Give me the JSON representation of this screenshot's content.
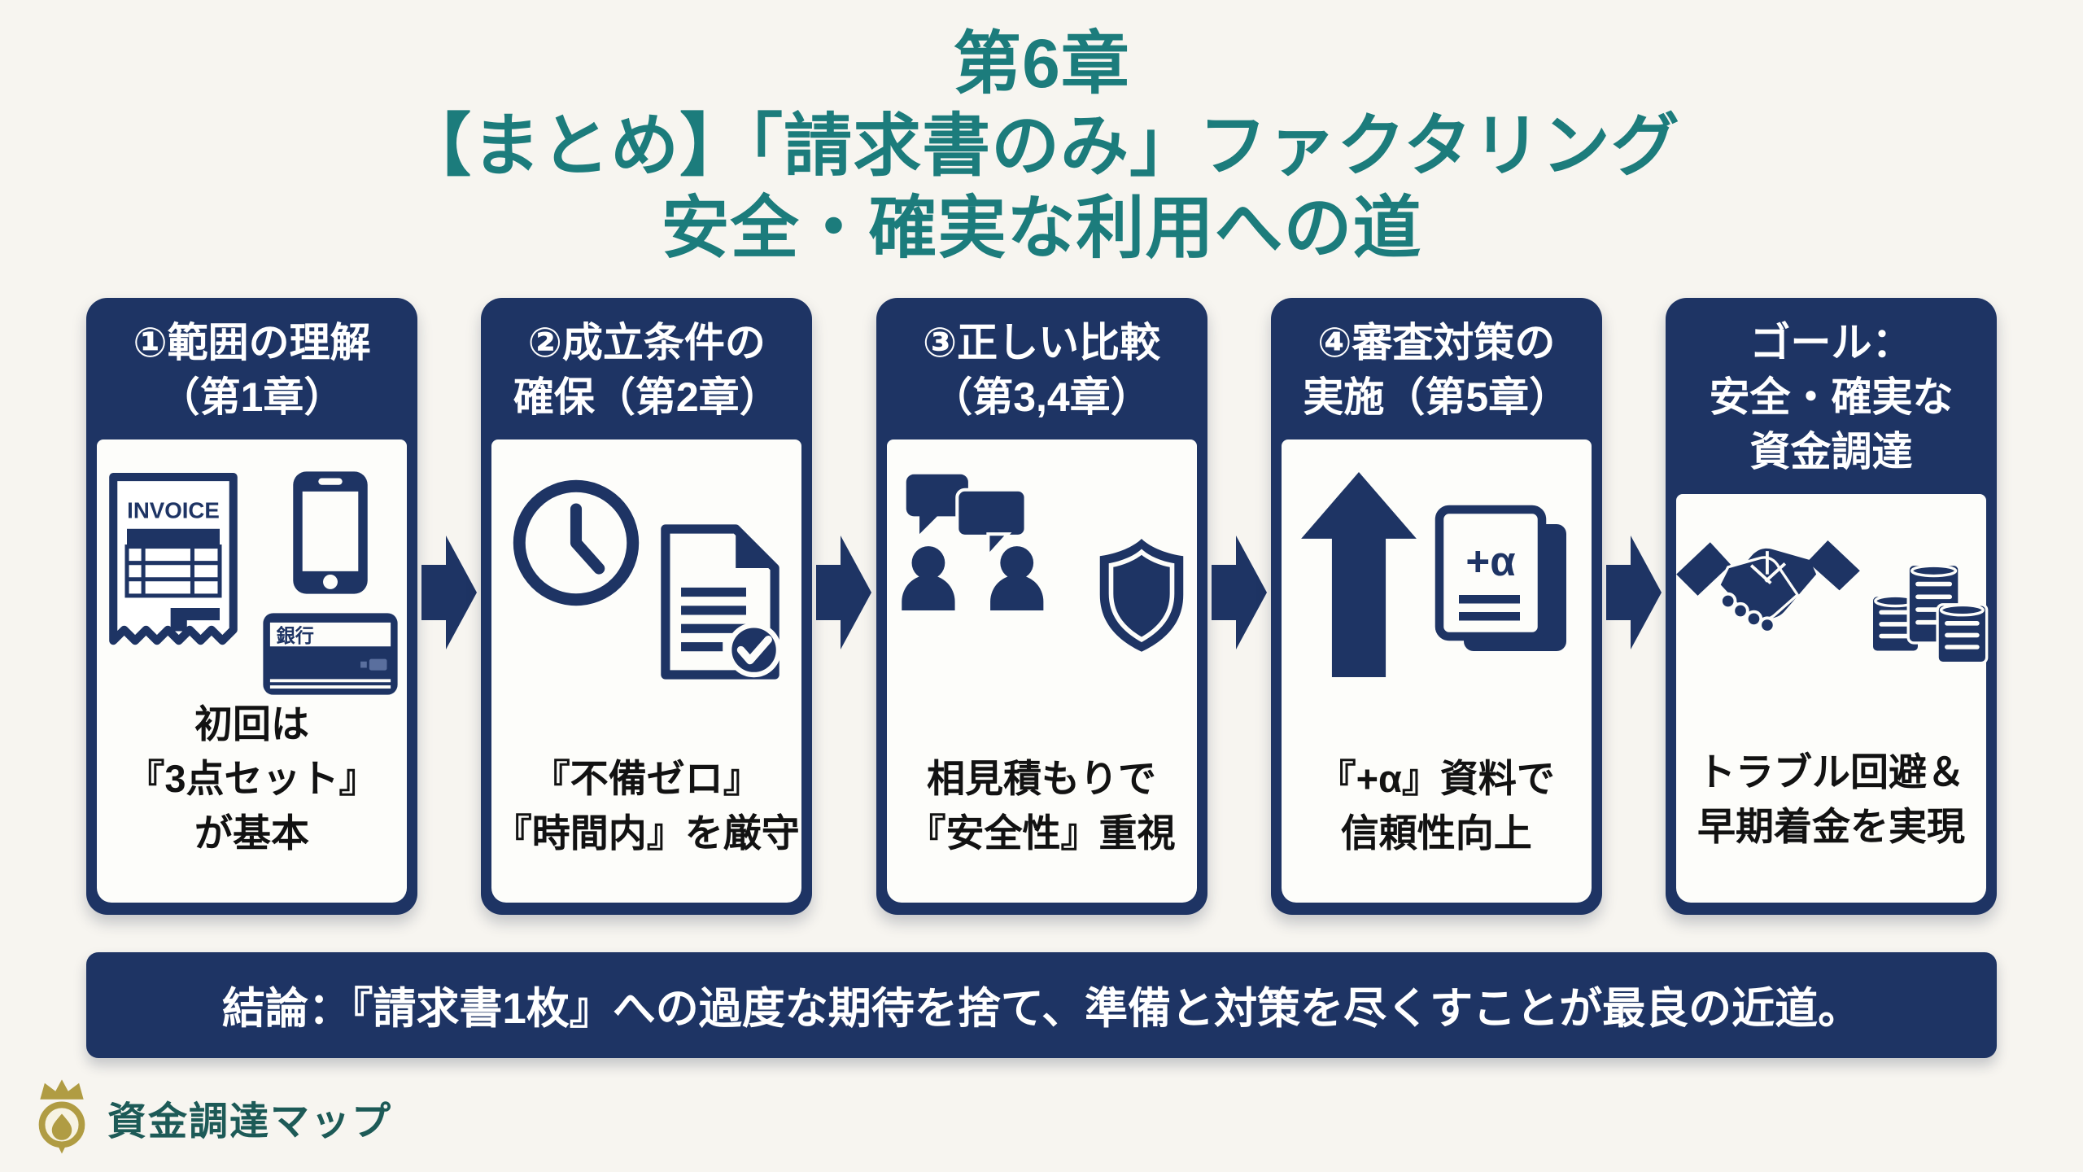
{
  "title": {
    "lines": [
      "第6章",
      "【まとめ】「請求書のみ」ファクタリング",
      "安全・確実な利用への道"
    ]
  },
  "steps": [
    {
      "header_lines": [
        "①範囲の理解",
        "（第1章）"
      ],
      "body_lines": [
        "初回は",
        "『3点セット』",
        "が基本"
      ],
      "icons": [
        "invoice-document-icon",
        "smartphone-icon",
        "bank-card-icon"
      ],
      "labels": {
        "invoice": "INVOICE",
        "bank": "銀行"
      }
    },
    {
      "header_lines": [
        "②成立条件の",
        "確保（第2章）"
      ],
      "body_lines": [
        "『不備ゼロ』",
        "『時間内』を厳守"
      ],
      "icons": [
        "clock-icon",
        "document-check-icon"
      ]
    },
    {
      "header_lines": [
        "③正しい比較",
        "（第3,4章）"
      ],
      "body_lines": [
        "相見積もりで",
        "『安全性』重視"
      ],
      "icons": [
        "people-discussion-icon",
        "shield-icon"
      ]
    },
    {
      "header_lines": [
        "④審査対策の",
        "実施（第5章）"
      ],
      "body_lines": [
        "『+α』資料で",
        "信頼性向上"
      ],
      "icons": [
        "up-arrow-icon",
        "plus-alpha-documents-icon"
      ],
      "labels": {
        "doc": "+α"
      }
    },
    {
      "header_lines": [
        "ゴール：",
        "安全・確実な",
        "資金調達"
      ],
      "body_lines": [
        "トラブル回避＆",
        "早期着金を実現"
      ],
      "icons": [
        "handshake-icon",
        "coin-stacks-icon"
      ]
    }
  ],
  "flow": {
    "arrow_icon": "right-arrow-icon"
  },
  "conclusion": {
    "text": "結論：『請求書1枚』への過度な期待を捨て、準備と対策を尽くすことが最良の近道。"
  },
  "footer": {
    "brand": "資金調達マップ",
    "logo_icon": "crown-map-pin-icon"
  },
  "colors": {
    "navy": "#1e3464",
    "teal": "#1c7c7c",
    "gold": "#b09c43",
    "background": "#f7f5f0",
    "body_text": "#121212"
  }
}
